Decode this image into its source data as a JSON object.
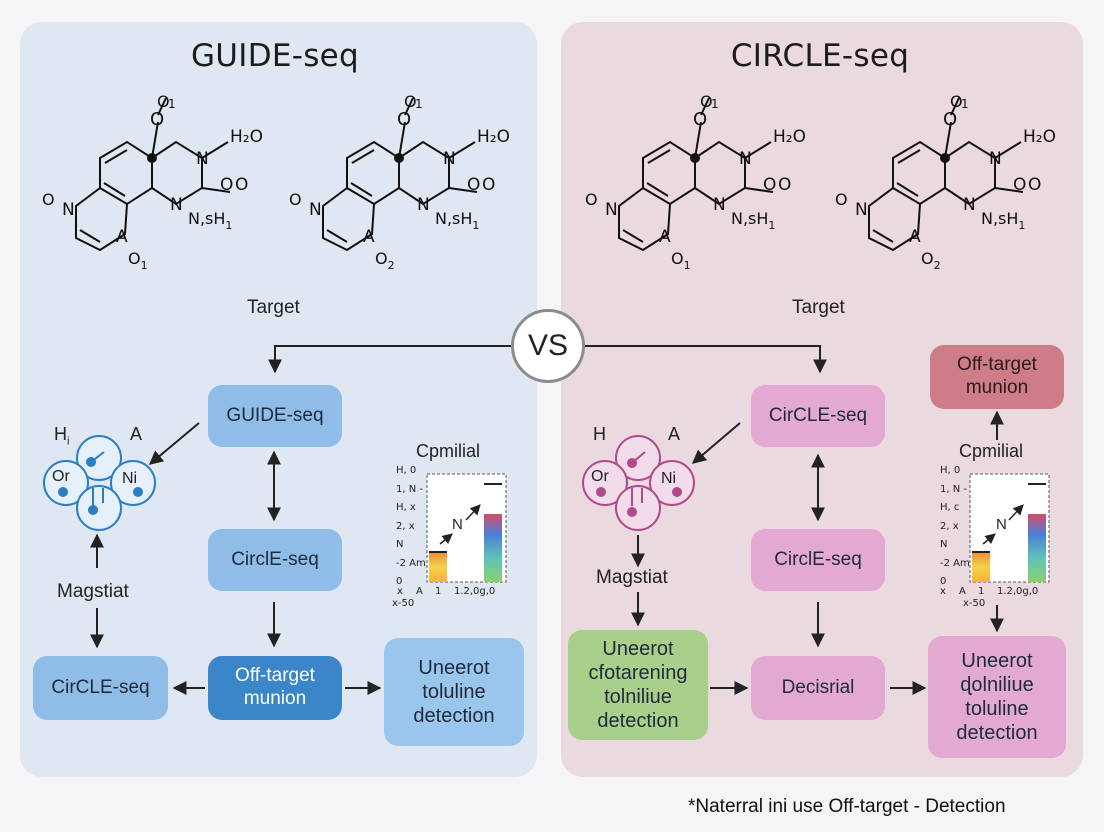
{
  "panels": {
    "left": {
      "title": "GUIDE-seq",
      "target": "Target",
      "molecules": [
        {
          "top": "O",
          "sup": "1",
          "h2o": "H₂O",
          "n_mid": "N",
          "o2": "O",
          "n_low": "N",
          "nsh": "N,sH",
          "nsh_sub": "1",
          "n_left": "N",
          "o_left": "O",
          "a": "A",
          "o_bot": "O",
          "o_bot_sub": "1"
        },
        {
          "top": "O",
          "sup": "1",
          "h2o": "H₂O",
          "n_mid": "N",
          "o2": "O",
          "n_low": "N",
          "nsh": "N,sH",
          "nsh_sub": "1",
          "n_left": "N",
          "o_left": "O",
          "a": "A",
          "o_bot": "O",
          "o_bot_sub": "2"
        }
      ],
      "boxes": {
        "guide": "GUIDE-seq",
        "circle_mid": "CirclE-seq",
        "circle_left": "CirCLE-seq",
        "offtarget": "Off-target\nmunion",
        "detection": "Uneerot\ntoluline\ndetection"
      },
      "node": {
        "h": "H",
        "h_sub": "i",
        "a": "A",
        "or": "Or",
        "ni": "Ni"
      },
      "magstiat": "Magstiat",
      "chart": {
        "title": "Cpmilial",
        "yticks": [
          "H, 0",
          "1, N -",
          "H, x",
          "2, x",
          "N",
          "-2 Am",
          "0"
        ],
        "xticks": [
          "x",
          "A",
          "1",
          "1.2,",
          "0g,0"
        ],
        "xsub": "x-50",
        "n_label": "N"
      }
    },
    "right": {
      "title": "CIRCLE-seq",
      "target": "Target",
      "molecules": [
        {
          "top": "O",
          "sup": "1",
          "h2o": "H₂O",
          "n_mid": "N",
          "o2": "O",
          "n_low": "N",
          "nsh": "N,sH",
          "nsh_sub": "1",
          "n_left": "N",
          "o_left": "O",
          "a": "A",
          "o_bot": "O",
          "o_bot_sub": "1"
        },
        {
          "top": "O",
          "sup": "1",
          "h2o": "H₂O",
          "n_mid": "N",
          "o2": "O",
          "n_low": "N",
          "nsh": "N,sH",
          "nsh_sub": "1",
          "n_left": "N",
          "o_left": "O",
          "a": "A",
          "o_bot": "O",
          "o_bot_sub": "2"
        }
      ],
      "boxes": {
        "circle_top": "CirCLE-seq",
        "circle_mid": "CirclE-seq",
        "offtarget": "Off-target\nmunion",
        "green": "Uneerot\ncfotarening\ntolniliue\ndetection",
        "decisrial": "Decisrial",
        "detection": "Uneerot\nɖolniliue\ntoluline\ndetection"
      },
      "node": {
        "h": "H",
        "a": "A",
        "or": "Or",
        "ni": "Ni"
      },
      "magstiat": "Magstiat",
      "chart": {
        "title": "Cpmilial",
        "yticks": [
          "H, 0",
          "1, N -",
          "H, c",
          "2, x",
          "N",
          "-2 Am",
          "0"
        ],
        "xticks": [
          "x",
          "A",
          "1",
          "1.2,",
          "0g,0"
        ],
        "xsub": "x-50",
        "n_label": "N"
      }
    }
  },
  "vs": "VS",
  "footnote": "*Naterral ini use Off-target - Detection",
  "colors": {
    "left_panel": "#dfe8f2",
    "right_panel": "#ead9de",
    "blue_box": "#8fbde8",
    "dark_blue_box": "#3a86c8",
    "pink_box": "#e3a9d2",
    "rose_box": "#cd7c88",
    "green_box": "#a8d08a",
    "blue_node": "#2a7ec2",
    "pink_node": "#b04a8c"
  }
}
